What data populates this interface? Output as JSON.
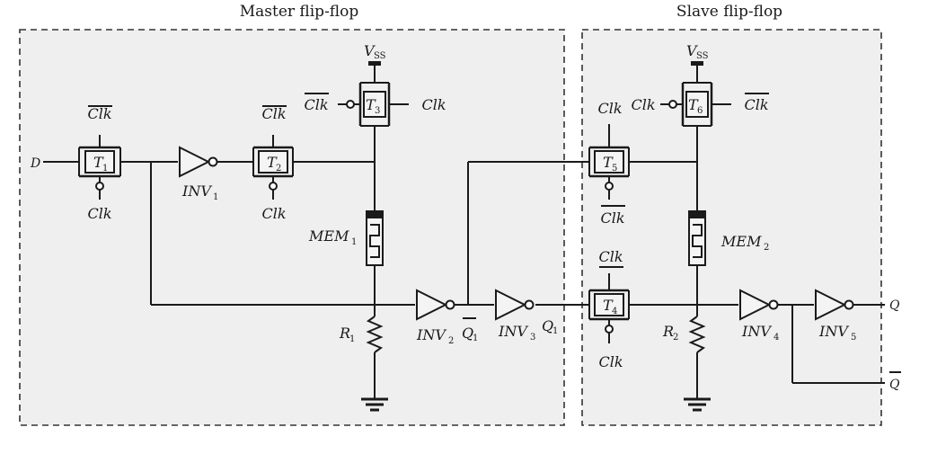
{
  "titles": {
    "master": "Master  flip-flop",
    "slave": "Slave  flip-flop"
  },
  "ports": {
    "d": "D",
    "q": "Q",
    "q_bar": "Q"
  },
  "clock": {
    "clk": "Clk",
    "clk_bar": "Clk"
  },
  "supply": {
    "v": "V",
    "ss": "SS"
  },
  "transistors": {
    "t1": {
      "base": "T",
      "sub": "1"
    },
    "t2": {
      "base": "T",
      "sub": "2"
    },
    "t3": {
      "base": "T",
      "sub": "3"
    },
    "t4": {
      "base": "T",
      "sub": "4"
    },
    "t5": {
      "base": "T",
      "sub": "5"
    },
    "t6": {
      "base": "T",
      "sub": "6"
    }
  },
  "inverters": {
    "inv1": {
      "base": "INV",
      "sub": "1"
    },
    "inv2": {
      "base": "INV",
      "sub": "2"
    },
    "inv3": {
      "base": "INV",
      "sub": "3"
    },
    "inv4": {
      "base": "INV",
      "sub": "4"
    },
    "inv5": {
      "base": "INV",
      "sub": "5"
    }
  },
  "memristors": {
    "mem1": {
      "base": "MEM",
      "sub": "1"
    },
    "mem2": {
      "base": "MEM",
      "sub": "2"
    }
  },
  "resistors": {
    "r1": {
      "base": "R",
      "sub": "1"
    },
    "r2": {
      "base": "R",
      "sub": "2"
    }
  },
  "nodes": {
    "q1_bar": {
      "base": "Q",
      "sub": "1"
    },
    "q1": {
      "base": "Q",
      "sub": "1"
    }
  }
}
